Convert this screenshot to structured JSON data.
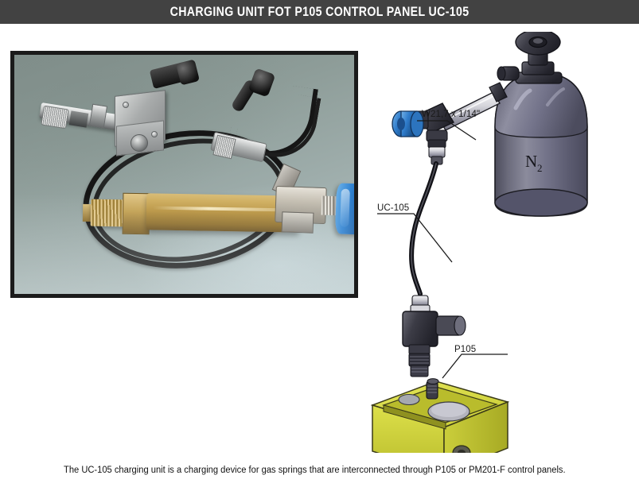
{
  "header": {
    "title": "CHARGING UNIT FOT P105 CONTROL PANEL UC-105",
    "background_color": "#424242",
    "text_color": "#ffffff"
  },
  "photo_panel": {
    "alt": "Photograph of UC-105 charging unit: black hose loop with brass charging cylinder, steel block fitting and blue handwheel valve",
    "border_color": "#1b1b1b",
    "background_color": "#8d9b97",
    "parts": [
      {
        "name": "quick-coupler",
        "color": "#c9cccb"
      },
      {
        "name": "steel-manifold-block",
        "color": "#a9acac"
      },
      {
        "name": "black-cap",
        "color": "#111111"
      },
      {
        "name": "black-hose",
        "color": "#151515"
      },
      {
        "name": "brass-charging-cylinder",
        "color": "#b99442"
      },
      {
        "name": "valve-body",
        "color": "#c4beb1"
      },
      {
        "name": "blue-handwheel",
        "color": "#3183d2"
      }
    ]
  },
  "diagram": {
    "alt": "Line drawing: UC-105 charging unit connected between an N2 nitrogen bottle and a P105 control panel",
    "labels": [
      {
        "id": "thread-spec",
        "text": "W21,7 x 1/14\""
      },
      {
        "id": "charging-unit",
        "text": "UC-105"
      },
      {
        "id": "control-panel",
        "text": "P105"
      }
    ],
    "components": [
      {
        "name": "nitrogen-bottle",
        "marking": "N",
        "marking_sub": "2",
        "color": "#6e6e80"
      },
      {
        "name": "bottle-valve",
        "color": "#3b3b45"
      },
      {
        "name": "charging-unit-valve",
        "color": "#2f2f38"
      },
      {
        "name": "blue-knob",
        "color": "#2b6fc0"
      },
      {
        "name": "hose",
        "color": "#1a1a1a"
      },
      {
        "name": "p105-control-panel",
        "color": "#d5d83c"
      }
    ]
  },
  "caption": {
    "text": "The UC-105 charging unit is a charging device for gas springs that are interconnected through P105 or PM201-F control panels."
  }
}
